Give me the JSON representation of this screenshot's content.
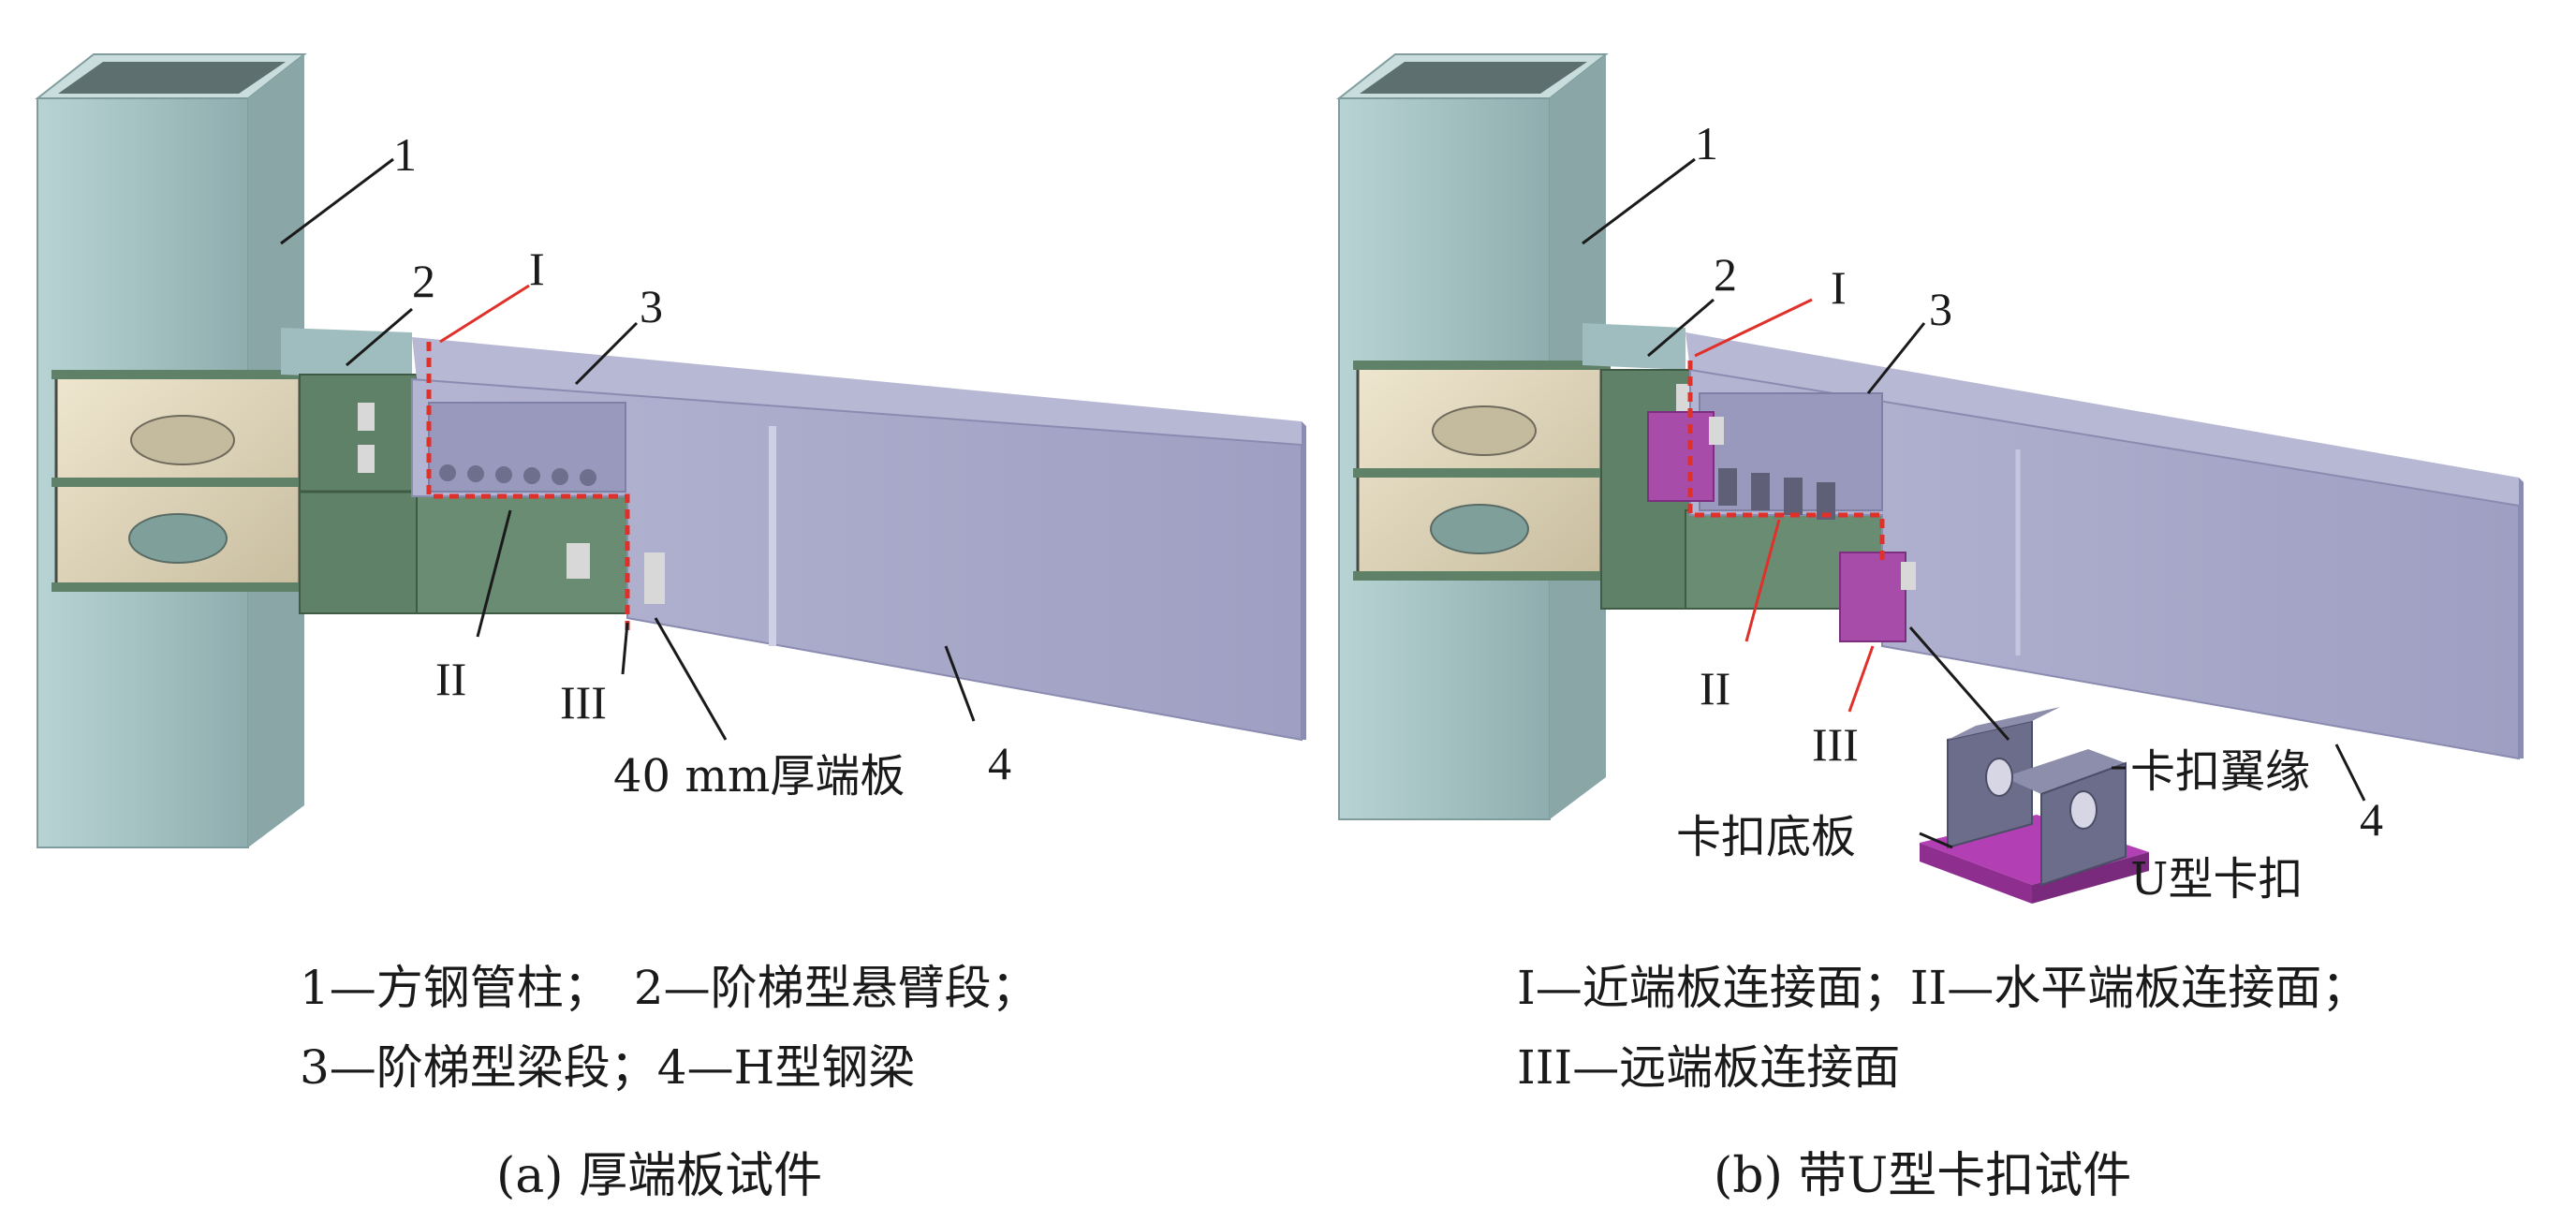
{
  "panel_a": {
    "callouts": {
      "n1": "1",
      "n2": "2",
      "n3": "3",
      "n4": "4",
      "r1": "I",
      "r2": "II",
      "r3": "III"
    },
    "end_plate_note": "40 mm厚端板",
    "caption": "(a) 厚端板试件"
  },
  "panel_b": {
    "callouts": {
      "n1": "1",
      "n2": "2",
      "n3": "3",
      "n4": "4",
      "r1": "I",
      "r2": "II",
      "r3": "III"
    },
    "clip_flange": "卡扣翼缘",
    "clip_base": "卡扣底板",
    "u_clip": "U型卡扣",
    "caption": "(b) 带U型卡扣试件"
  },
  "legend": {
    "line1": "1—方钢管柱；　2—阶梯型悬臂段；",
    "line2": "3—阶梯型梁段；4—H型钢梁",
    "line3": "I—近端板连接面；II—水平端板连接面；",
    "line4": "III—远端板连接面"
  },
  "colors": {
    "column": "#a7c3c4",
    "beam": "#a9aac9",
    "cantilever": "#5f8167",
    "stiffener": "#d5ccb4",
    "clip": "#6c6d8a",
    "clip_base": "#b23fb3",
    "dash": "#e0302a"
  }
}
